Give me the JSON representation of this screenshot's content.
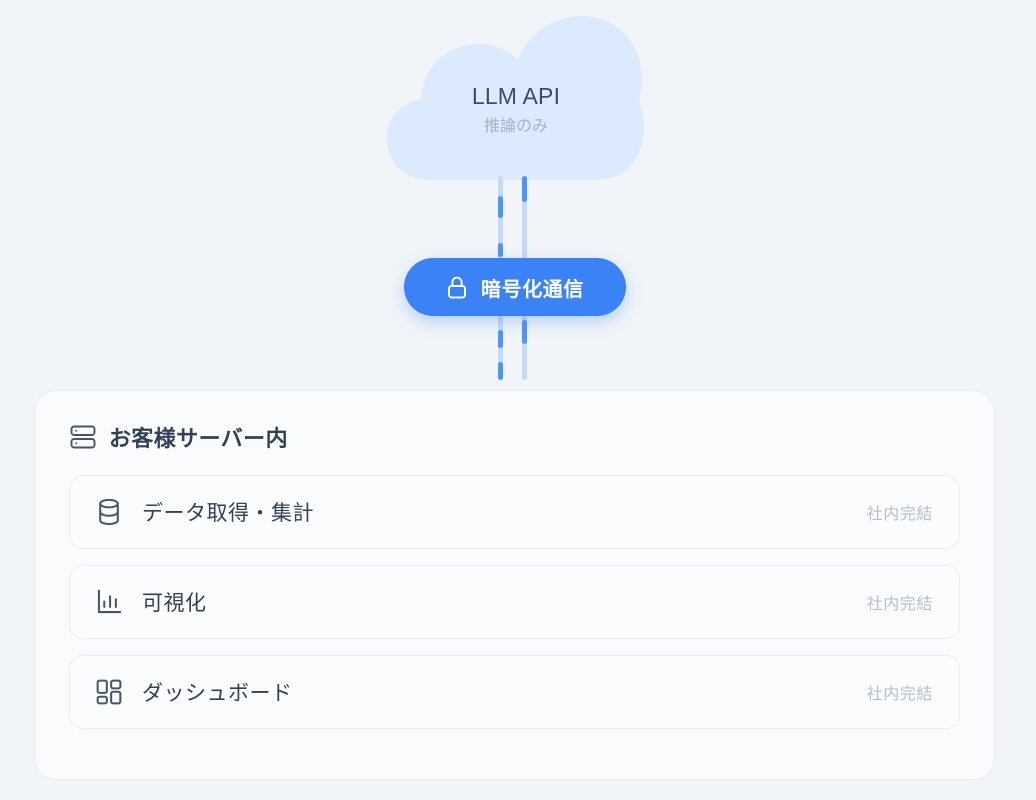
{
  "cloud": {
    "title": "LLM API",
    "subtitle": "推論のみ",
    "icon": "cloud-icon",
    "fill": "#dbeafe"
  },
  "connection": {
    "badge": {
      "label": "暗号化通信",
      "icon": "lock-icon",
      "background": "#3b82f6",
      "text_color": "#ffffff"
    },
    "line_color": "#c3d9f7",
    "dash_color": "#3f81f0"
  },
  "server_card": {
    "title": "お客様サーバー内",
    "icon": "server-icon",
    "services": [
      {
        "icon": "database-icon",
        "label": "データ取得・集計",
        "tag": "社内完結"
      },
      {
        "icon": "bar-chart-icon",
        "label": "可視化",
        "tag": "社内完結"
      },
      {
        "icon": "layout-grid-icon",
        "label": "ダッシュボード",
        "tag": "社内完結"
      }
    ]
  },
  "theme": {
    "page_background": "#f1f5f9",
    "card_background": "#fafbfc",
    "accent": "#3b82f6",
    "text_primary": "#334155",
    "text_muted": "#b5bfcd"
  }
}
